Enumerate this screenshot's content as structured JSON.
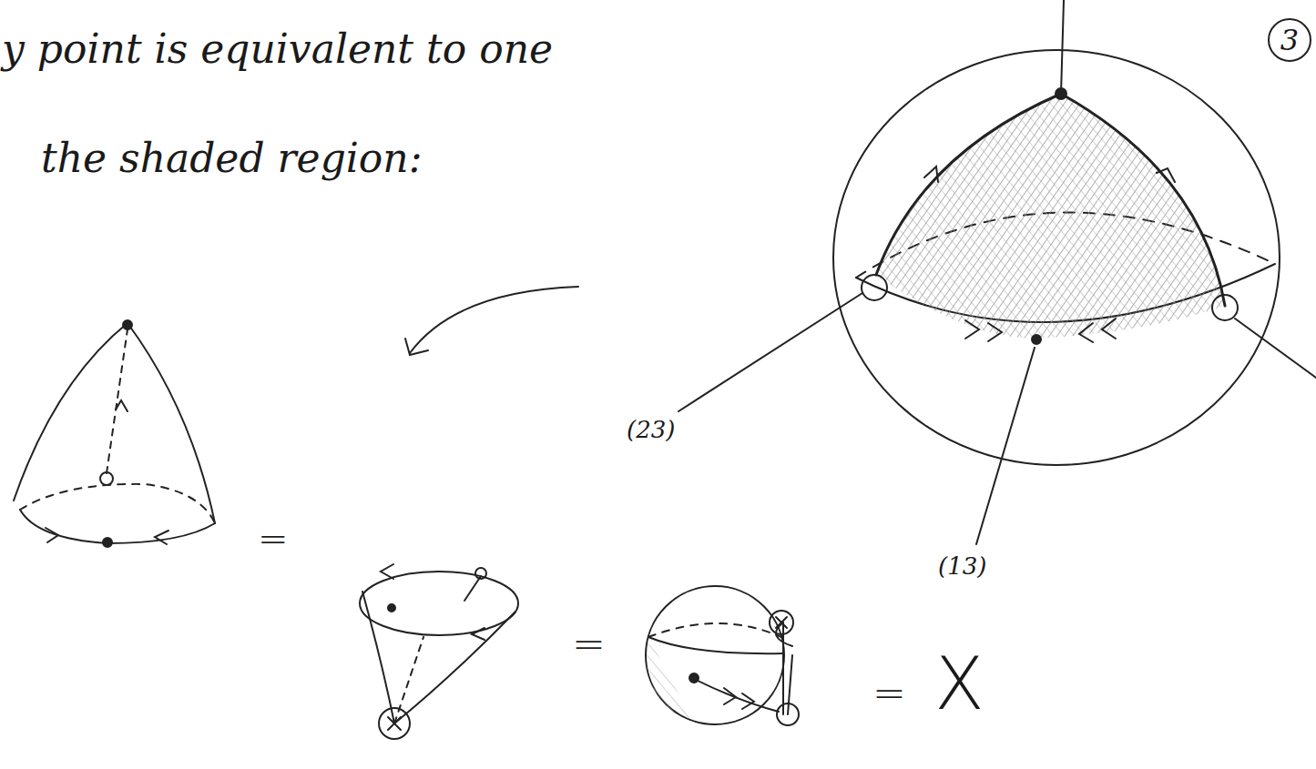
{
  "diagram": {
    "nodes": [
      {
        "text": [
          "3"
        ]
      }
    ],
    "labels": [
      "y point is equivalent to one",
      "the shaded region:",
      "(23)",
      "(13)",
      "=",
      "=",
      "=",
      "X"
    ]
  }
}
